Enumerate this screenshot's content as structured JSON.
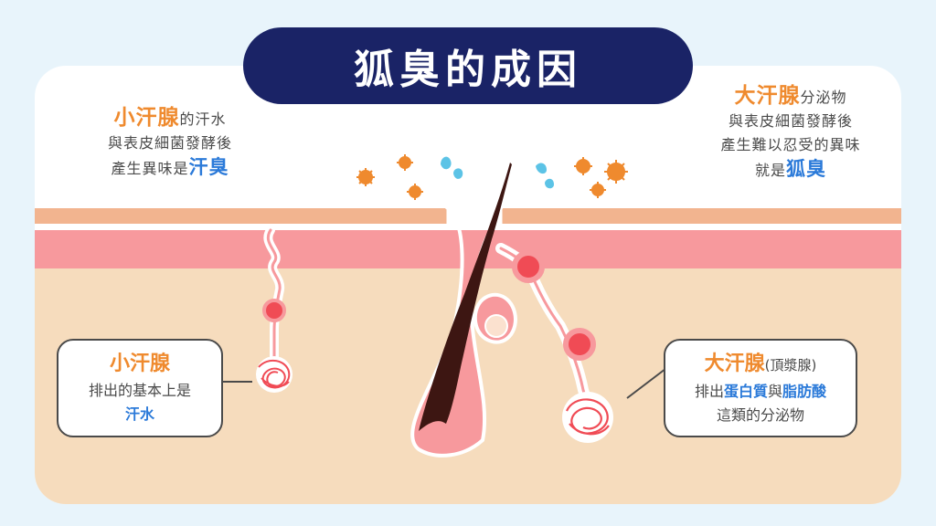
{
  "title": "狐臭的成因",
  "left_caption": {
    "highlight": "小汗腺",
    "rest1": "的汗水",
    "line2": "與表皮細菌發酵後",
    "line3_prefix": "產生異味是",
    "line3_highlight": "汗臭"
  },
  "right_caption": {
    "highlight": "大汗腺",
    "rest1": "分泌物",
    "line2": "與表皮細菌發酵後",
    "line3": "產生難以忍受的異味",
    "line4_prefix": "就是",
    "line4_highlight": "狐臭"
  },
  "left_box": {
    "title": "小汗腺",
    "line1": "排出的基本上是",
    "line2": "汗水"
  },
  "right_box": {
    "title": "大汗腺",
    "title_note": "(頂漿腺)",
    "prefix": "排出",
    "hl1": "蛋白質",
    "mid": "與",
    "hl2": "脂肪酸",
    "line2": "這類的分泌物"
  },
  "colors": {
    "navy": "#1a2366",
    "orange": "#ef8a2e",
    "blue": "#2b7ad9",
    "skin_top": "#f2b48f",
    "skin_pink": "#f7999d",
    "dermis": "#f6dcbd",
    "hair": "#3d1612",
    "gland_dot": "#f04b55"
  },
  "icons": [
    "bacteria-icon",
    "sweat-drop-icon"
  ]
}
